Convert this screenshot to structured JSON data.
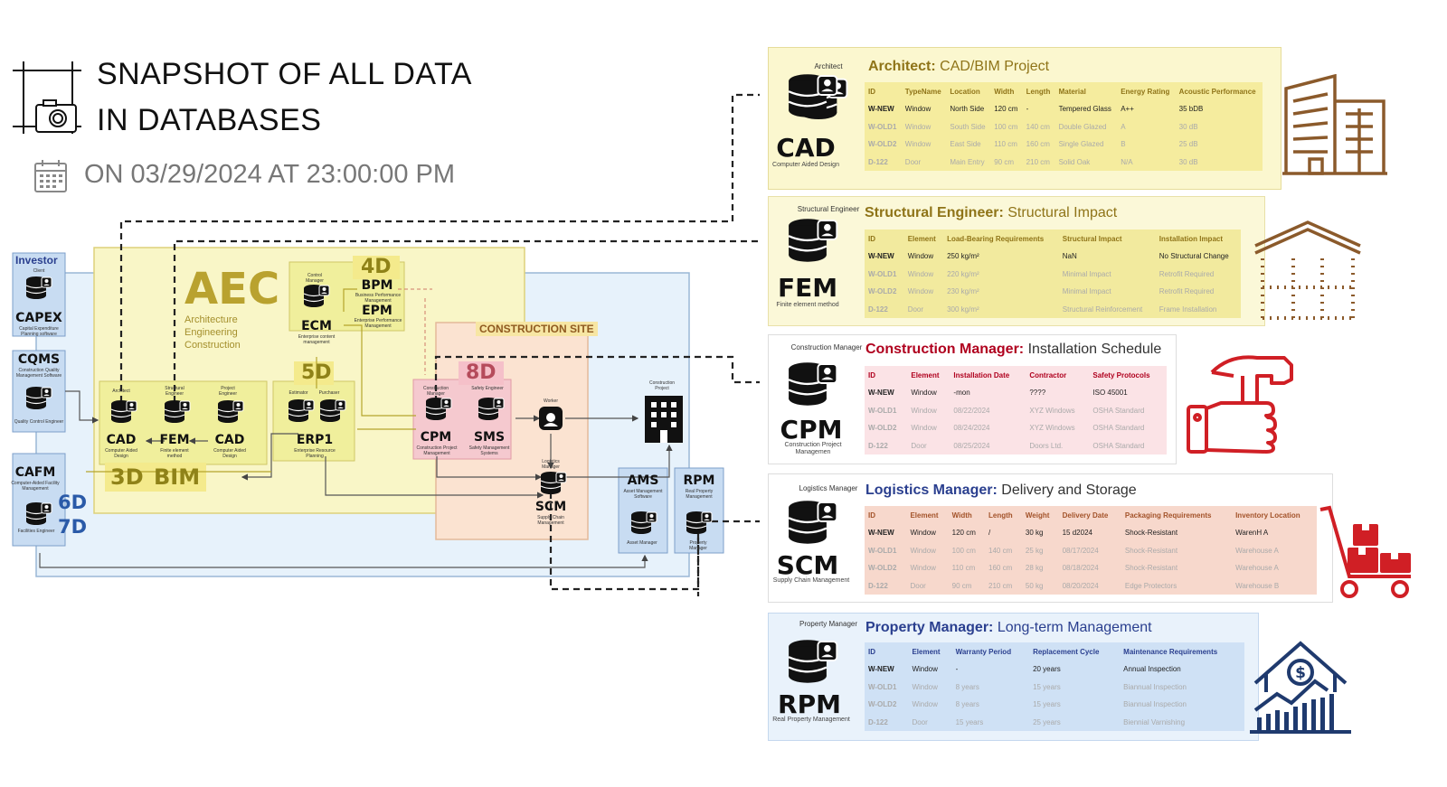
{
  "header": {
    "title_line1": "SNAPSHOT OF ALL DATA",
    "title_line2": "IN DATABASES",
    "date": "ON 03/29/2024 AT 23:00:00 PM"
  },
  "diagram": {
    "investor": "Investor",
    "client": "Client",
    "capex": "CAPEX",
    "capex_sub": "Capital Expenditure Planning software",
    "cqms": "CQMS",
    "cqms_sub": "Construction Quality Management Software",
    "qce": "Quality Control Engineer",
    "cafm": "CAFM",
    "cafm_sub": "Computer-Aided Facility Management",
    "facilities_engineer": "Facilities Engineer",
    "d6": "6D",
    "d7": "7D",
    "aec": "AEC",
    "aec_sub1": "Architecture",
    "aec_sub2": "Engineering",
    "aec_sub3": "Construction",
    "control_manager": "Control Manager",
    "d4": "4D",
    "bpm": "BPM",
    "bpm_sub": "Business Performance Management",
    "epm": "EPM",
    "epm_sub": "Enterprise Performance Management",
    "ecm": "ECM",
    "ecm_sub": "Enterprise content management",
    "d5": "5D",
    "estimator": "Estimator",
    "purchaser": "Purchaser",
    "erp": "ERP1",
    "erp_sub": "Enterprise Resource Planning",
    "architect": "Architect",
    "structural_engineer": "Structural Engineer",
    "project_engineer": "Project Engineer",
    "cad1": "CAD",
    "cad1_sub": "Computer Aided Design",
    "fem": "FEM",
    "fem_sub": "Finite element method",
    "cad2": "CAD",
    "cad2_sub": "Computer Aided Design",
    "d3": "3D",
    "bim": "BIM",
    "construction_site": "CONSTRUCTION SITE",
    "d8": "8D",
    "construction_manager": "Construction Manager",
    "safety_engineer": "Safety Engineer",
    "cpm": "CPM",
    "cpm_sub": "Construction Project Management",
    "sms": "SMS",
    "sms_sub": "Safety Management Systems",
    "worker": "Worker",
    "logistics_manager": "Logistics Manager",
    "scm": "SCM",
    "scm_sub": "Supply Chain Management",
    "construction_project": "Construction Project",
    "ams": "AMS",
    "ams_sub": "Asset Management Software",
    "asset_manager": "Asset Manager",
    "rpm": "RPM",
    "rpm_sub": "Real Property Management",
    "property_manager": "Property Manager"
  },
  "panels": {
    "cad": {
      "role": "Architect",
      "abbr": "CAD",
      "sub": "Computer Aided Design",
      "title_bold": "Architect:",
      "title_rest": " CAD/BIM Project",
      "headers": [
        "ID",
        "TypeName",
        "Location",
        "Width",
        "Length",
        "Material",
        "Energy Rating",
        "Acoustic Performance"
      ],
      "rows": [
        [
          "W-NEW",
          "Window",
          "North Side",
          "120 cm",
          "-",
          "Tempered Glass",
          "A++",
          "35 bDB"
        ],
        [
          "W-OLD1",
          "Window",
          "South Side",
          "100 cm",
          "140 cm",
          "Double Glazed",
          "A",
          "30 dB"
        ],
        [
          "W-OLD2",
          "Window",
          "East Side",
          "110 cm",
          "160 cm",
          "Single Glazed",
          "B",
          "25 dB"
        ],
        [
          "D-122",
          "Door",
          "Main Entry",
          "90 cm",
          "210 cm",
          "Solid Oak",
          "N/A",
          "30 dB"
        ]
      ]
    },
    "fem": {
      "role": "Structural Engineer",
      "abbr": "FEM",
      "sub": "Finite element method",
      "title_bold": "Structural Engineer:",
      "title_rest": " Structural Impact",
      "headers": [
        "ID",
        "Element",
        "Load-Bearing Requirements",
        "Structural Impact",
        "Installation Impact"
      ],
      "rows": [
        [
          "W-NEW",
          "Window",
          "250 kg/m²",
          "NaN",
          "No Structural Change"
        ],
        [
          "W-OLD1",
          "Window",
          "220 kg/m²",
          "Minimal Impact",
          "Retrofit Required"
        ],
        [
          "W-OLD2",
          "Window",
          "230 kg/m²",
          "Minimal Impact",
          "Retrofit Required"
        ],
        [
          "D-122",
          "Door",
          "300 kg/m²",
          "Structural Reinforcement",
          "Frame Installation"
        ]
      ]
    },
    "cpm": {
      "role": "Construction Manager",
      "abbr": "CPM",
      "sub": "Construction Project Managemen",
      "title_bold": "Construction Manager:",
      "title_rest": " Installation Schedule",
      "headers": [
        "ID",
        "Element",
        "Installation Date",
        "Contractor",
        "Safety Protocols"
      ],
      "rows": [
        [
          "W-NEW",
          "Window",
          "-mon",
          "????",
          "ISO 45001"
        ],
        [
          "W-OLD1",
          "Window",
          "08/22/2024",
          "XYZ Windows",
          "OSHA Standard"
        ],
        [
          "W-OLD2",
          "Window",
          "08/24/2024",
          "XYZ Windows",
          "OSHA Standard"
        ],
        [
          "D-122",
          "Door",
          "08/25/2024",
          "Doors Ltd.",
          "OSHA Standard"
        ]
      ]
    },
    "scm": {
      "role": "Logistics Manager",
      "abbr": "SCM",
      "sub": "Supply Chain Management",
      "title_bold": "Logistics Manager:",
      "title_rest": " Delivery and Storage",
      "headers": [
        "ID",
        "Element",
        "Width",
        "Length",
        "Weight",
        "Delivery Date",
        "Packaging Requirements",
        "Inventory Location"
      ],
      "rows": [
        [
          "W-NEW",
          "Window",
          "120 cm",
          "/",
          "30 kg",
          "15 d2024",
          "Shock-Resistant",
          "WarenH A"
        ],
        [
          "W-OLD1",
          "Window",
          "100 cm",
          "140 cm",
          "25 kg",
          "08/17/2024",
          "Shock-Resistant",
          "Warehouse A"
        ],
        [
          "W-OLD2",
          "Window",
          "110 cm",
          "160 cm",
          "28 kg",
          "08/18/2024",
          "Shock-Resistant",
          "Warehouse A"
        ],
        [
          "D-122",
          "Door",
          "90 cm",
          "210 cm",
          "50 kg",
          "08/20/2024",
          "Edge Protectors",
          "Warehouse B"
        ]
      ]
    },
    "rpm": {
      "role": "Property Manager",
      "abbr": "RPM",
      "sub": "Real Property Management",
      "title_bold": "Property Manager:",
      "title_rest": " Long-term Management",
      "headers": [
        "ID",
        "Element",
        "Warranty Period",
        "Replacement Cycle",
        "Maintenance Requirements"
      ],
      "rows": [
        [
          "W-NEW",
          "Window",
          "-",
          "20 years",
          "Annual Inspection"
        ],
        [
          "W-OLD1",
          "Window",
          "8 years",
          "15 years",
          "Biannual Inspection"
        ],
        [
          "W-OLD2",
          "Window",
          "8 years",
          "15 years",
          "Biannual Inspection"
        ],
        [
          "D-122",
          "Door",
          "15 years",
          "25 years",
          "Biennial Varnishing"
        ]
      ]
    }
  },
  "colors": {
    "cad_bg": "#fbf7cf",
    "cad_head": "#f5ec9e",
    "fem_bg": "#fbf8d8",
    "fem_head": "#f2ea9e",
    "cpm_bg": "#ffffff",
    "cpm_head": "#fbe3e6",
    "scm_bg": "#ffffff",
    "scm_head": "#f7d8cc",
    "rpm_bg": "#e9f2fb",
    "rpm_head": "#cfe1f5",
    "cpm_accent": "#b0001e",
    "blue_accent": "#2a3f8f",
    "brown": "#8b5a2b",
    "red_icon": "#d01f25",
    "navy_icon": "#1f3a6e"
  },
  "icons": [
    "camera-frame-icon",
    "calendar-icon",
    "database-user-icon",
    "building-icon",
    "warehouse-icon",
    "hammer-fist-icon",
    "hand-truck-icon",
    "house-growth-icon",
    "worker-icon"
  ]
}
